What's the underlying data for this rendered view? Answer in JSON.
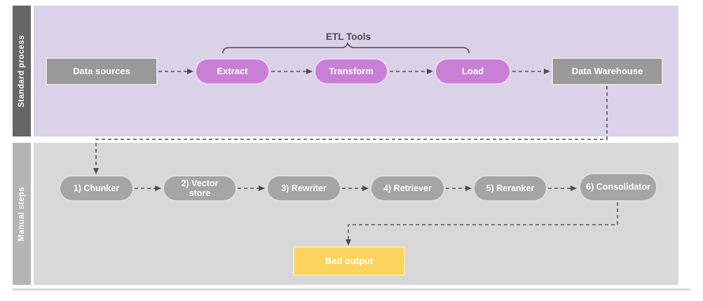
{
  "diagram": {
    "etl_group_label": "ETL Tools",
    "lanes": [
      {
        "label": "Standard process",
        "nodes": [
          {
            "label": "Data sources",
            "shape": "rectangle",
            "color": "#999999"
          },
          {
            "label": "Extract",
            "shape": "pill",
            "color": "#c97fd6"
          },
          {
            "label": "Transform",
            "shape": "pill",
            "color": "#c97fd6"
          },
          {
            "label": "Load",
            "shape": "pill",
            "color": "#c97fd6"
          },
          {
            "label": "Data Warehouse",
            "shape": "rectangle",
            "color": "#999999"
          }
        ]
      },
      {
        "label": "Manual steps",
        "nodes": [
          {
            "label": "1) Chunker",
            "shape": "pill",
            "color": "#a5a5a5"
          },
          {
            "label": "2) Vector store",
            "shape": "pill",
            "color": "#a5a5a5"
          },
          {
            "label": "3) Rewriter",
            "shape": "pill",
            "color": "#a5a5a5"
          },
          {
            "label": "4) Retriever",
            "shape": "pill",
            "color": "#a5a5a5"
          },
          {
            "label": "5) Reranker",
            "shape": "pill",
            "color": "#a5a5a5"
          },
          {
            "label": "6) Consolidator",
            "shape": "pill",
            "color": "#a5a5a5"
          },
          {
            "label": "Bad output",
            "shape": "rectangle",
            "color": "#fbd35f"
          }
        ]
      }
    ],
    "flow": [
      "Data sources -> Extract -> Transform -> Load -> Data Warehouse",
      "Data Warehouse -> 1) Chunker -> 2) Vector store -> 3) Rewriter -> 4) Retriever -> 5) Reranker -> 6) Consolidator -> Bad output"
    ],
    "colors": {
      "standard_lane_bg": "#d9d2e9",
      "standard_lane_bar": "#666666",
      "manual_lane_bg": "#d8d8d8",
      "manual_lane_bar": "#b5b5b5",
      "etl_pill": "#c97fd6",
      "gray_node": "#999999",
      "manual_pill": "#a5a5a5",
      "bad_output": "#fbd35f",
      "connector": "#666666"
    }
  }
}
